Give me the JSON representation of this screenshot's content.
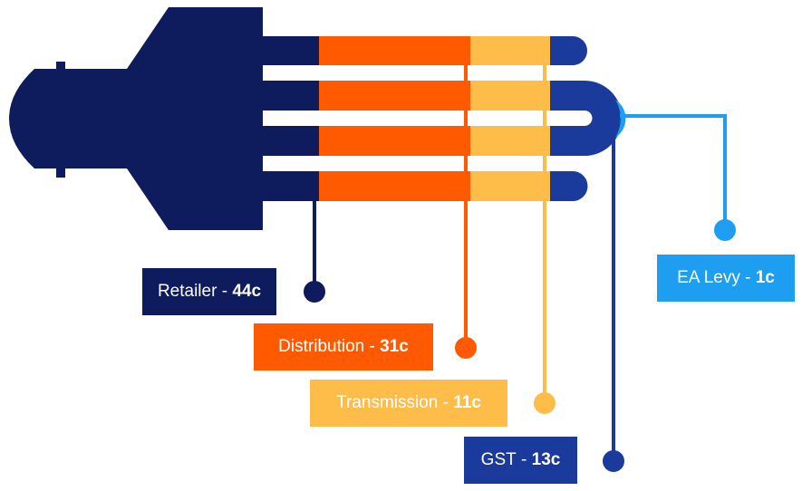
{
  "components": [
    {
      "id": "retailer",
      "name": "Retailer",
      "value_text": "44c",
      "value": 44,
      "color": "#0e1b5c"
    },
    {
      "id": "distribution",
      "name": "Distribution",
      "value_text": "31c",
      "value": 31,
      "color": "#ff5a00"
    },
    {
      "id": "transmission",
      "name": "Transmission",
      "value_text": "11c",
      "value": 11,
      "color": "#fdbd48"
    },
    {
      "id": "gst",
      "name": "GST",
      "value_text": "13c",
      "value": 13,
      "color": "#1a3a9c"
    },
    {
      "id": "ealevy",
      "name": "EA Levy",
      "value_text": "1c",
      "value": 1,
      "color": "#1e9ef0"
    }
  ],
  "separator": " - ",
  "background": "#ffffff"
}
